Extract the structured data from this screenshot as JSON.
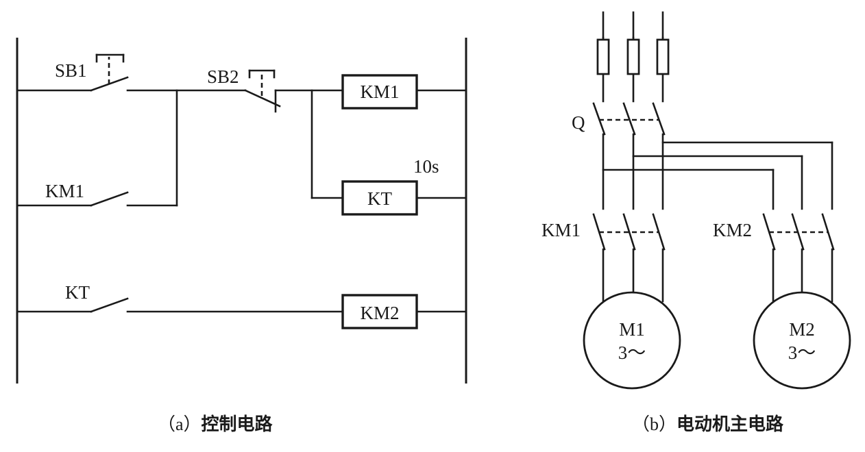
{
  "control_circuit": {
    "sb1_label": "SB1",
    "sb2_label": "SB2",
    "km1_contact_label": "KM1",
    "kt_contact_label": "KT",
    "km1_coil_label": "KM1",
    "kt_coil_label": "KT",
    "kt_delay_label": "10s",
    "km2_coil_label": "KM2",
    "caption_prefix": "（a）",
    "caption_text": "控制电路"
  },
  "main_circuit": {
    "switch_label": "Q",
    "km1_label": "KM1",
    "km2_label": "KM2",
    "motor1_name": "M1",
    "motor1_phase": "3～",
    "motor2_name": "M2",
    "motor2_phase": "3～",
    "caption_prefix": "（b）",
    "caption_text": "电动机主电路"
  }
}
